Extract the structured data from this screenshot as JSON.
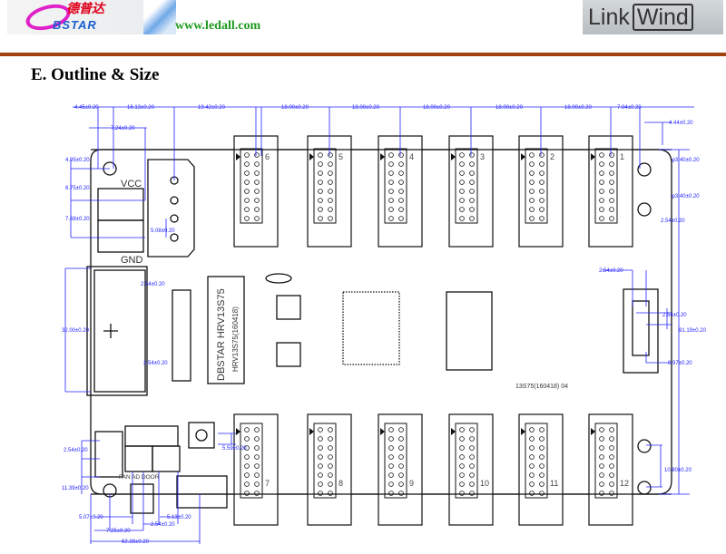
{
  "header": {
    "logo_cn": "德普达",
    "logo_en": "BSTAR",
    "url": "www.ledall.com",
    "brand_link": "Link",
    "brand_wind": "Wind"
  },
  "title": "E.  Outline & Size",
  "board": {
    "vcc": "VCC",
    "gnd": "GND",
    "fan_label": "FAN AD DOOR",
    "chip_main": "DBSTAR HRV13S75",
    "chip_sub": "HRV13S75(160418)",
    "board_code": "13S75(160418) 04",
    "connector_numbers": [
      "1",
      "2",
      "3",
      "4",
      "5",
      "6",
      "7",
      "8",
      "9",
      "10",
      "11",
      "12"
    ]
  },
  "dimensions": [
    "4.45±0.20",
    "16.13±0.20",
    "19.42±0.20",
    "18.00±0.20",
    "18.00±0.20",
    "18.00±0.20",
    "18.00±0.20",
    "18.00±0.20",
    "7.04±0.20",
    "4.44±0.20",
    "7.24±0.20",
    "4.95±0.20",
    "8.75±0.20",
    "7.68±0.20",
    "5.08±0.20",
    "φ3.40±0.20",
    "φ3.40±0.20",
    "2.54±0.20",
    "32.00±0.20",
    "2.54±0.20",
    "2.54±0.20",
    "2.54±0.20",
    "2.54±0.20",
    "91.19±0.20",
    "0.97±0.20",
    "5.59±0.20",
    "2.54±0.20",
    "11.39±0.20",
    "10.80±0.20",
    "5.07±0.20",
    "5.13±0.20",
    "2.54±0.20",
    "7.25±0.20",
    "62.28±0.20"
  ],
  "colors": {
    "dimension": "#2424ff",
    "rule": "#a0410f",
    "url": "#1f9a1f"
  }
}
